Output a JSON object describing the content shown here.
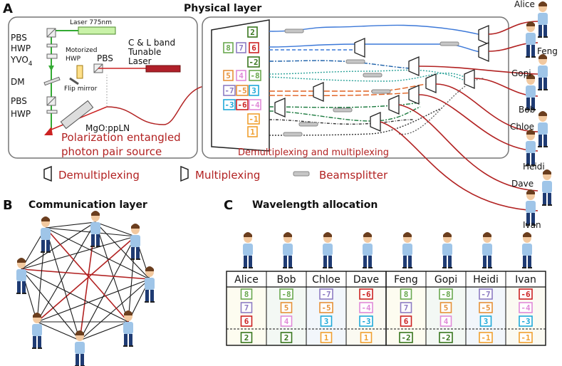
{
  "colors": {
    "c8": "#6aa84f",
    "c7": "#8e7cc3",
    "c6": "#cc2222",
    "c5": "#e69138",
    "c4": "#e08ad8",
    "c3": "#1fa9d9",
    "c2": "#38761d",
    "c1": "#f0a030",
    "red_line": "#b22222",
    "blue_line": "#3c78d8",
    "teal_line": "#2aa198",
    "orange_line": "#e06020",
    "green_line": "#1b7a3e"
  },
  "panel_a": {
    "letter": "A",
    "title": "Physical layer",
    "source": {
      "laser_label": "Laser 775nm",
      "pbs_top": "PBS",
      "hwp_top": "HWP",
      "yvo": "YVO",
      "yvo_sub": "4",
      "dm": "DM",
      "pbs_bottom": "PBS",
      "hwp_bottom": "HWP",
      "motorized": "Motorized",
      "motorized_hwp": "HWP",
      "pbs_mid": "PBS",
      "tunable_1": "C & L band",
      "tunable_2": "Tunable",
      "tunable_3": "Laser",
      "flip_mirror": "Flip mirror",
      "crystal": "MgO:ppLN",
      "caption_1": "Polarization entangled",
      "caption_2": "photon pair source"
    },
    "network_caption": "Demultiplexing and multiplexing",
    "demux_chips": {
      "row1": [
        "2"
      ],
      "row2": [
        "8",
        "7",
        "6"
      ],
      "row3": [
        "-2"
      ],
      "row4": [
        "5",
        "4",
        "-8"
      ],
      "row5": [
        "-7",
        "-5",
        "3"
      ],
      "row6": [
        "-3",
        "-6",
        "-4"
      ],
      "row7": [
        "-1"
      ],
      "row8": [
        "1"
      ]
    },
    "users": [
      "Alice",
      "Feng",
      "Gopi",
      "Bob",
      "Chloe",
      "Heidi",
      "Dave",
      "Ivan"
    ]
  },
  "legend": {
    "demux": "Demultiplexing",
    "mux": "Multiplexing",
    "bs": "Beamsplitter"
  },
  "panel_b": {
    "letter": "B",
    "title": "Communication layer"
  },
  "panel_c": {
    "letter": "C",
    "title": "Wavelength allocation",
    "headers": [
      "Alice",
      "Bob",
      "Chloe",
      "Dave",
      "Feng",
      "Gopi",
      "Heidi",
      "Ivan"
    ],
    "rows": [
      [
        "8",
        "-8",
        "-7",
        "-6",
        "8",
        "-8",
        "-7",
        "-6"
      ],
      [
        "7",
        "5",
        "-5",
        "-4",
        "7",
        "5",
        "-5",
        "-4"
      ],
      [
        "6",
        "4",
        "3",
        "-3",
        "6",
        "4",
        "3",
        "-3"
      ],
      [
        "2",
        "2",
        "1",
        "1",
        "-2",
        "-2",
        "-1",
        "-1"
      ]
    ]
  }
}
